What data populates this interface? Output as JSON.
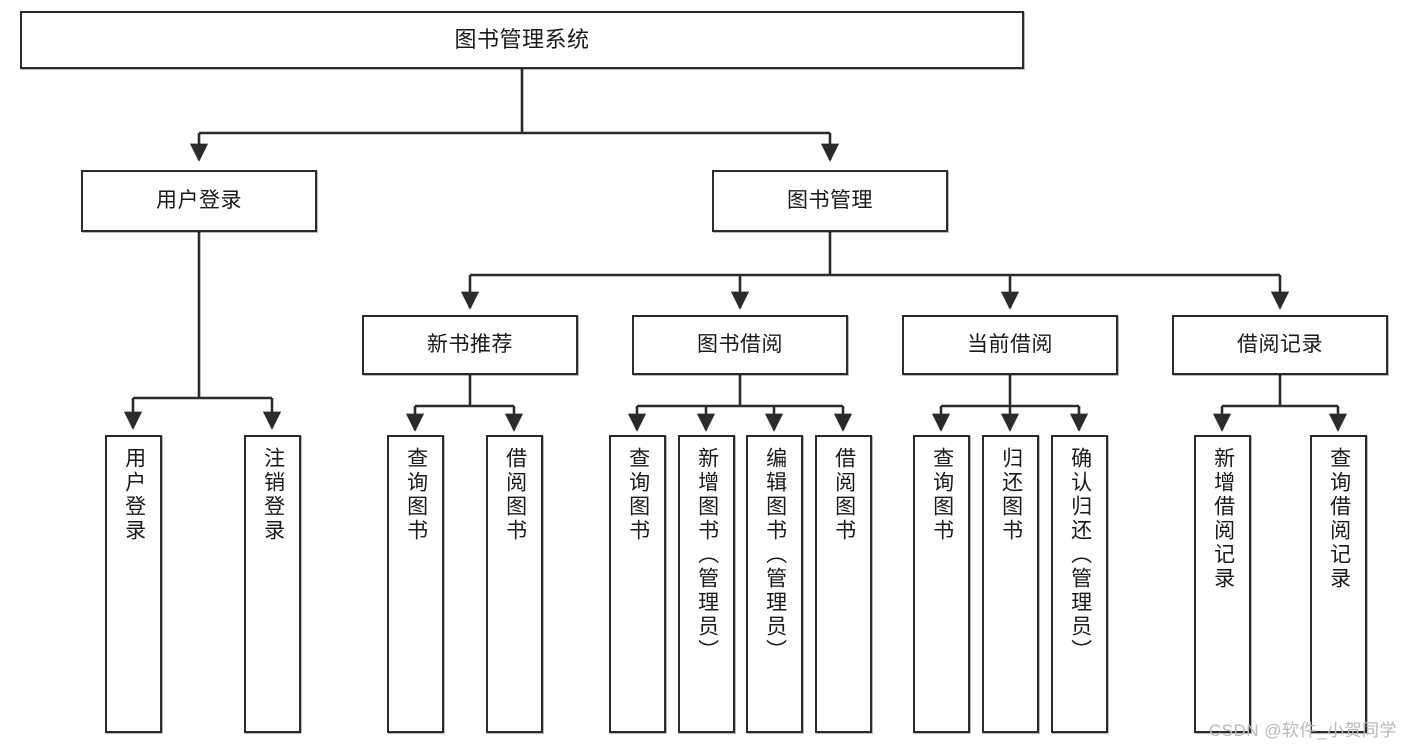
{
  "diagram": {
    "type": "tree",
    "title": "图书管理系统",
    "watermark": "CSDN @软件_小贺同学",
    "colors": {
      "stroke": "#2b2b2b",
      "fill": "#ffffff",
      "text": "#1a1a1a",
      "watermark": "#b9b9b9"
    },
    "nodes": {
      "root": {
        "label": "图书管理系统"
      },
      "level2": [
        {
          "id": "user-login",
          "label": "用户登录"
        },
        {
          "id": "book-manage",
          "label": "图书管理"
        }
      ],
      "level3": [
        {
          "id": "new-book-recommend",
          "label": "新书推荐"
        },
        {
          "id": "book-borrow",
          "label": "图书借阅"
        },
        {
          "id": "current-borrow",
          "label": "当前借阅"
        },
        {
          "id": "borrow-record",
          "label": "借阅记录"
        }
      ],
      "leaves": [
        {
          "id": "leaf-user-login",
          "label": "用户登录",
          "parent": "user-login"
        },
        {
          "id": "leaf-logout-login",
          "label": "注销登录",
          "parent": "user-login"
        },
        {
          "id": "leaf-query-book-1",
          "label": "查询图书",
          "parent": "new-book-recommend"
        },
        {
          "id": "leaf-borrow-book-1",
          "label": "借阅图书",
          "parent": "new-book-recommend"
        },
        {
          "id": "leaf-query-book-2",
          "label": "查询图书",
          "parent": "book-borrow"
        },
        {
          "id": "leaf-add-book",
          "label": "新增图书（管理员）",
          "parent": "book-borrow"
        },
        {
          "id": "leaf-edit-book",
          "label": "编辑图书（管理员）",
          "parent": "book-borrow"
        },
        {
          "id": "leaf-borrow-book-2",
          "label": "借阅图书",
          "parent": "book-borrow"
        },
        {
          "id": "leaf-query-book-3",
          "label": "查询图书",
          "parent": "current-borrow"
        },
        {
          "id": "leaf-return-book",
          "label": "归还图书",
          "parent": "current-borrow"
        },
        {
          "id": "leaf-confirm-return",
          "label": "确认归还（管理员）",
          "parent": "current-borrow"
        },
        {
          "id": "leaf-add-record",
          "label": "新增借阅记录",
          "parent": "borrow-record"
        },
        {
          "id": "leaf-query-record",
          "label": "查询借阅记录",
          "parent": "borrow-record"
        }
      ]
    }
  }
}
